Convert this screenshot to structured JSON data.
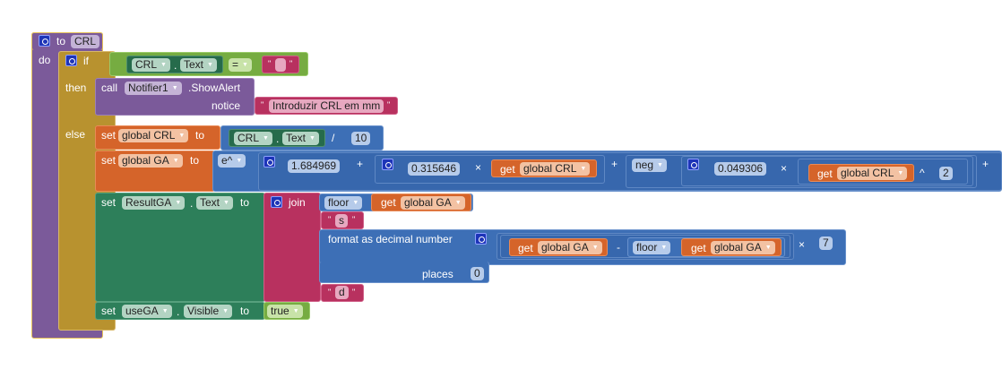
{
  "procedure": {
    "keyword": "to",
    "name": "CRL",
    "do_label": "do"
  },
  "if_block": {
    "if_label": "if",
    "then_label": "then",
    "else_label": "else",
    "condition": {
      "component": "CRL",
      "property": "Text",
      "operator": "=",
      "text_value": ""
    }
  },
  "then_branch": {
    "call_label": "call",
    "component": "Notifier1",
    "method": ".ShowAlert",
    "arg_label": "notice",
    "notice_text": "Introduzir CRL em mm"
  },
  "else_branch": {
    "set_crl": {
      "set_label": "set",
      "variable": "global CRL",
      "to_label": "to",
      "component": "CRL",
      "property": "Text",
      "operator": "/",
      "divisor": "10"
    },
    "set_ga": {
      "set_label": "set",
      "variable": "global GA",
      "to_label": "to",
      "function": "e^",
      "const1": "1.684969",
      "plus1": "+",
      "const2": "0.315646",
      "times1": "×",
      "get_label": "get",
      "get_var1": "global CRL",
      "plus2": "+",
      "neg": "neg",
      "const3": "0.049306",
      "times2": "×",
      "get_var2": "global CRL",
      "pow": "^",
      "exponent": "2",
      "plus3": "+"
    },
    "set_result": {
      "set_label": "set",
      "component": "ResultGA",
      "property": "Text",
      "to_label": "to",
      "join_label": "join",
      "floor_label": "floor",
      "get_label": "get",
      "get_var": "global GA",
      "text_s": "s",
      "format_label": "format as decimal number",
      "places_label": "places",
      "minus": "-",
      "floor2_label": "floor",
      "get_var_a": "global GA",
      "get_var_b": "global GA",
      "times": "×",
      "multiplier": "7",
      "places_value": "0",
      "text_d": "d"
    },
    "set_visible": {
      "set_label": "set",
      "component": "useGA",
      "property": "Visible",
      "to_label": "to",
      "value": "true"
    }
  },
  "dot": ".",
  "quote": "\""
}
